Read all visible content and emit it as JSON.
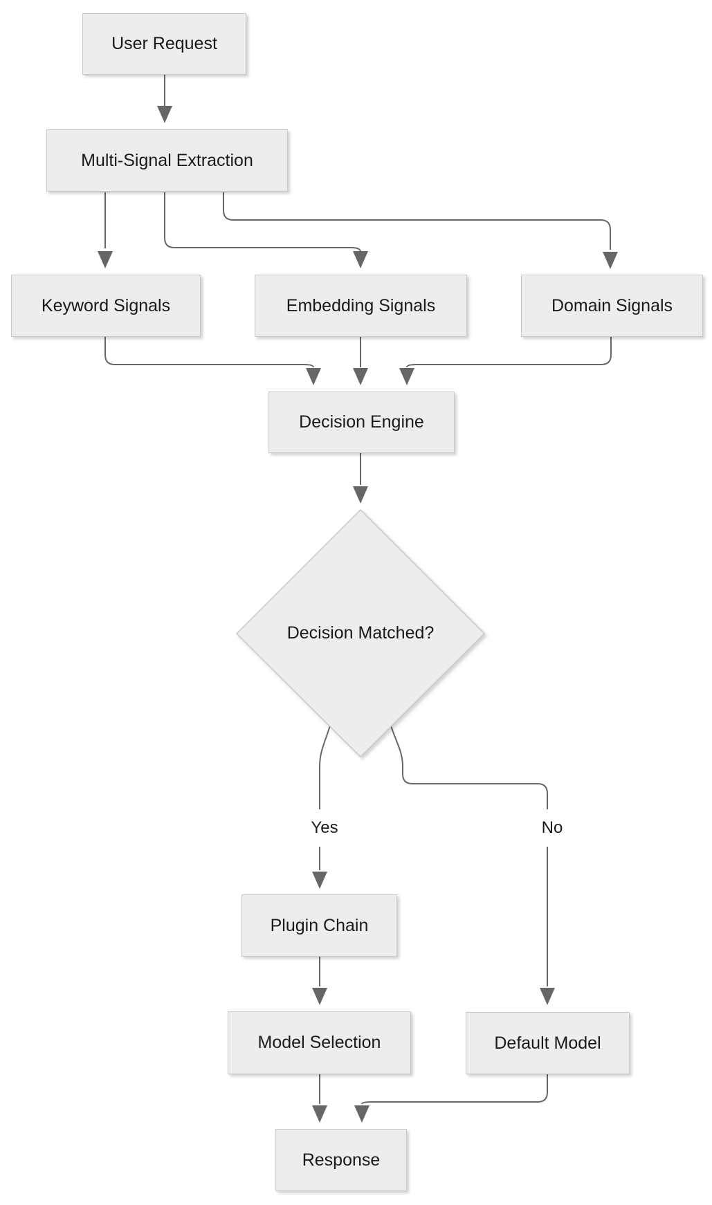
{
  "diagram": {
    "type": "flowchart",
    "direction": "top-down",
    "colors": {
      "background": "#ffffff",
      "node_fill": "#ededed",
      "node_border": "#c9c9c9",
      "edge": "#666666",
      "text": "#1a1a1a"
    },
    "nodes": [
      {
        "id": "user-request",
        "label": "User Request",
        "shape": "rect"
      },
      {
        "id": "multi-signal-extraction",
        "label": "Multi-Signal Extraction",
        "shape": "rect"
      },
      {
        "id": "keyword-signals",
        "label": "Keyword Signals",
        "shape": "rect"
      },
      {
        "id": "embedding-signals",
        "label": "Embedding Signals",
        "shape": "rect"
      },
      {
        "id": "domain-signals",
        "label": "Domain Signals",
        "shape": "rect"
      },
      {
        "id": "decision-engine",
        "label": "Decision Engine",
        "shape": "rect"
      },
      {
        "id": "decision-matched",
        "label": "Decision Matched?",
        "shape": "diamond"
      },
      {
        "id": "plugin-chain",
        "label": "Plugin Chain",
        "shape": "rect"
      },
      {
        "id": "model-selection",
        "label": "Model Selection",
        "shape": "rect"
      },
      {
        "id": "default-model",
        "label": "Default Model",
        "shape": "rect"
      },
      {
        "id": "response",
        "label": "Response",
        "shape": "rect"
      }
    ],
    "edges": [
      {
        "from": "user-request",
        "to": "multi-signal-extraction",
        "label": ""
      },
      {
        "from": "multi-signal-extraction",
        "to": "keyword-signals",
        "label": ""
      },
      {
        "from": "multi-signal-extraction",
        "to": "embedding-signals",
        "label": ""
      },
      {
        "from": "multi-signal-extraction",
        "to": "domain-signals",
        "label": ""
      },
      {
        "from": "keyword-signals",
        "to": "decision-engine",
        "label": ""
      },
      {
        "from": "embedding-signals",
        "to": "decision-engine",
        "label": ""
      },
      {
        "from": "domain-signals",
        "to": "decision-engine",
        "label": ""
      },
      {
        "from": "decision-engine",
        "to": "decision-matched",
        "label": ""
      },
      {
        "from": "decision-matched",
        "to": "plugin-chain",
        "label": "Yes"
      },
      {
        "from": "decision-matched",
        "to": "default-model",
        "label": "No"
      },
      {
        "from": "plugin-chain",
        "to": "model-selection",
        "label": ""
      },
      {
        "from": "model-selection",
        "to": "response",
        "label": ""
      },
      {
        "from": "default-model",
        "to": "response",
        "label": ""
      }
    ]
  }
}
